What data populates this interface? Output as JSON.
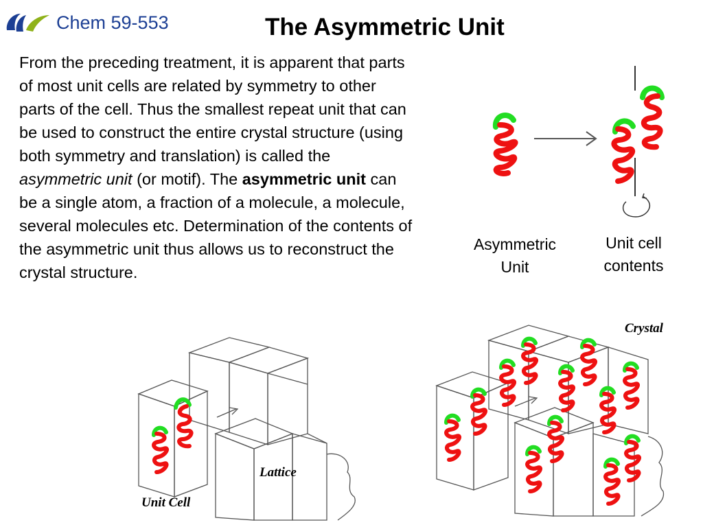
{
  "header": {
    "course": "Chem 59-553",
    "title": "The Asymmetric Unit"
  },
  "body": {
    "p1": "From the preceding treatment, it is apparent that parts of most unit cells are related by symmetry to other parts of the cell.  Thus the smallest repeat unit that can be used to construct the entire crystal structure (using both symmetry and translation) is called the ",
    "em_term": "asymmetric unit",
    "p2": " (or motif). The ",
    "strong_term": "asymmetric unit",
    "p3": " can be a single atom, a fraction of a molecule, a molecule, several molecules etc. Determination of the contents of the asymmetric unit thus allows us to reconstruct the crystal structure."
  },
  "figure_labels": {
    "asymmetric_unit": "Asymmetric Unit",
    "unit_cell_contents_line1": "Unit cell",
    "unit_cell_contents_line2": "contents",
    "lattice": "Lattice",
    "unit_cell": "Unit Cell",
    "crystal": "Crystal"
  },
  "colors": {
    "brand_blue": "#1c3f94",
    "helix_red": "#ee1111",
    "helix_green": "#22dd22"
  },
  "icons": {
    "logo": "university-logo-icon"
  }
}
